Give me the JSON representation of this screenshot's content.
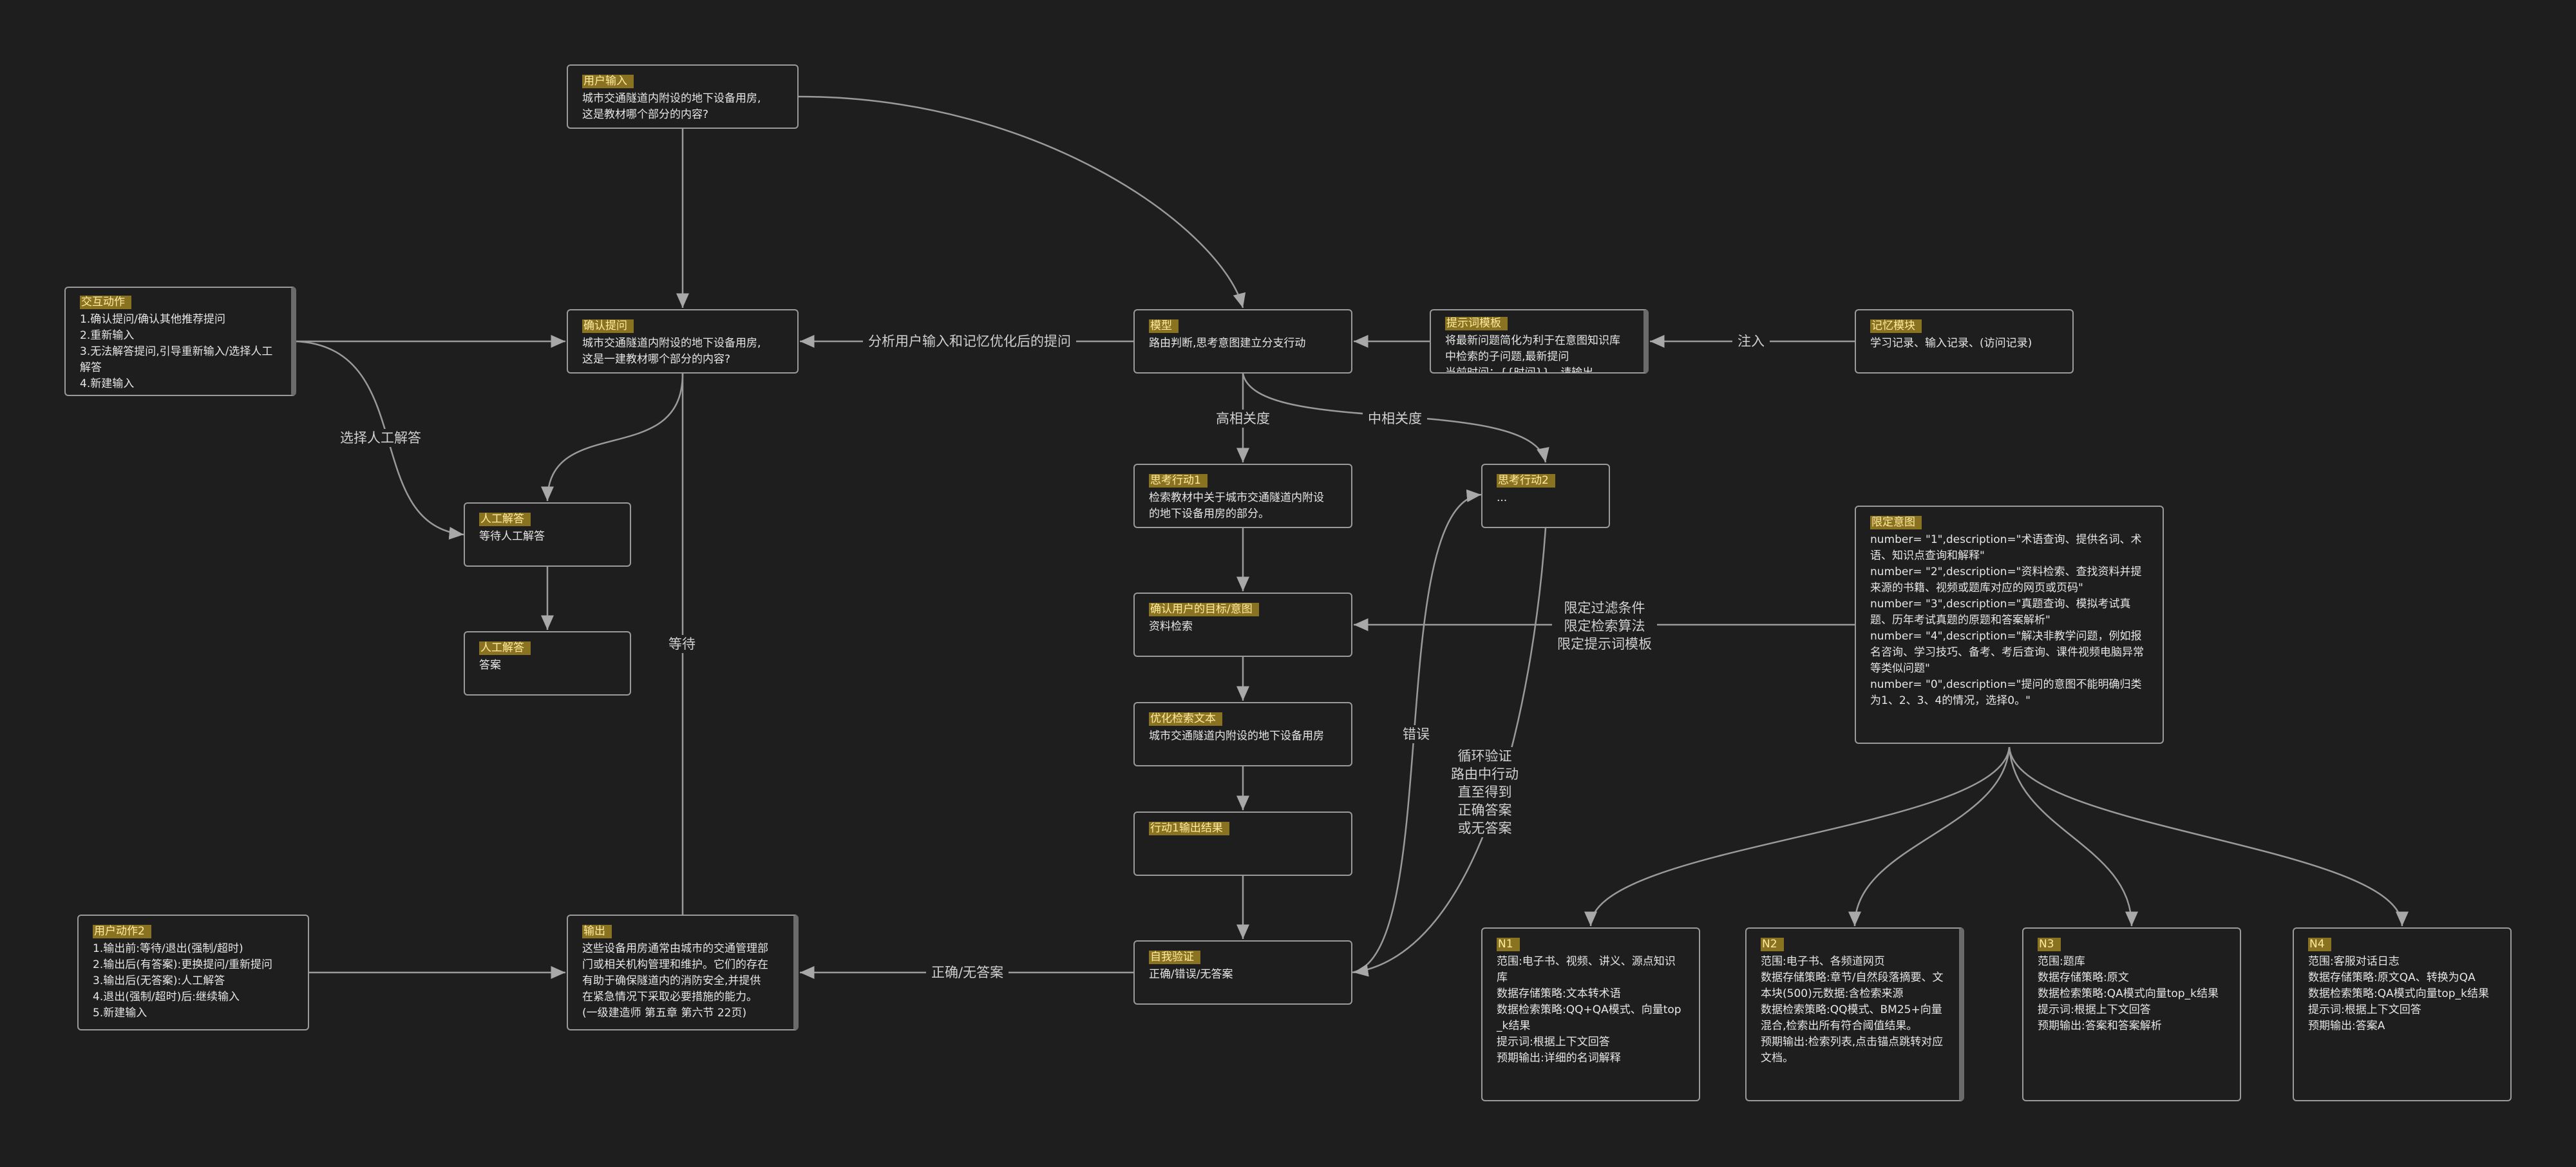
{
  "nodes": {
    "user_input": {
      "tag": "用户输入",
      "lines": [
        "城市交通隧道内附设的地下设备用房,",
        "这是教材哪个部分的内容?"
      ]
    },
    "confirm_q": {
      "tag": "确认提问",
      "lines": [
        "城市交通隧道内附设的地下设备用房,",
        "这是一建教材哪个部分的内容?"
      ]
    },
    "interact": {
      "tag": "交互动作",
      "lines": [
        "1.确认提问/确认其他推荐提问",
        "2.重新输入",
        "3.无法解答提问,引导重新输入/选择人工解答",
        "4.新建输入"
      ]
    },
    "manual1": {
      "tag": "人工解答",
      "lines": [
        "等待人工解答"
      ]
    },
    "manual2": {
      "tag": "人工解答",
      "lines": [
        "答案"
      ]
    },
    "model": {
      "tag": "模型",
      "lines": [
        "路由判断,思考意图建立分支行动"
      ]
    },
    "prompt_tpl": {
      "tag": "提示词模板",
      "lines": [
        "将最新问题简化为利于在意图知识库",
        "中检索的子问题,最新提问",
        "当前时间：{{时间}}，请输出..."
      ]
    },
    "memory": {
      "tag": "记忆模块",
      "lines": [
        "学习记录、输入记录、(访问记录)"
      ]
    },
    "think1": {
      "tag": "思考行动1",
      "lines": [
        "检索教材中关于城市交通隧道内附设",
        "的地下设备用房的部分。"
      ]
    },
    "think2": {
      "tag": "思考行动2",
      "lines": [
        "..."
      ]
    },
    "confirm_goal": {
      "tag": "确认用户的目标/意图",
      "lines": [
        "资料检索"
      ]
    },
    "optimize": {
      "tag": "优化检索文本",
      "lines": [
        "城市交通隧道内附设的地下设备用房"
      ]
    },
    "action_out": {
      "tag": "行动1输出结果",
      "lines": []
    },
    "self_verify": {
      "tag": "自我验证",
      "lines": [
        "正确/错误/无答案"
      ]
    },
    "output": {
      "tag": "输出",
      "lines": [
        "这些设备用房通常由城市的交通管理部",
        "门或相关机构管理和维护。它们的存在",
        "有助于确保隧道内的消防安全,并提供",
        "在紧急情况下采取必要措施的能力。",
        "(一级建造师 第五章 第六节 22页)"
      ]
    },
    "user_action2": {
      "tag": "用户动作2",
      "lines": [
        "1.输出前:等待/退出(强制/超时)",
        "2.输出后(有答案):更换提问/重新提问",
        "3.输出后(无答案):人工解答",
        "4.退出(强制/超时)后:继续输入",
        "5.新建输入"
      ]
    },
    "intent": {
      "tag": "限定意图",
      "lines": [
        "number= \"1\",description=\"术语查询、提供名词、术语、知识点查询和解释\"",
        "number= \"2\",description=\"资料检索、查找资料并提来源的书籍、视频或题库对应的网页或页码\"",
        "number= \"3\",description=\"真题查询、模拟考试真题、历年考试真题的原题和答案解析\"",
        "number= \"4\",description=\"解决非教学问题，例如报名咨询、学习技巧、备考、考后查询、课件视频电脑异常等类似问题\"",
        "number= \"0\",description=\"提问的意图不能明确归类为1、2、3、4的情况，选择0。\""
      ]
    },
    "n1": {
      "tag": "N1",
      "lines": [
        "范围:电子书、视频、讲义、源点知识库",
        "数据存储策略:文本转术语",
        "数据检索策略:QQ+QA模式、向量top_k结果",
        "提示词:根据上下文回答",
        "预期输出:详细的名词解释"
      ]
    },
    "n2": {
      "tag": "N2",
      "lines": [
        "范围:电子书、各频道网页",
        "数据存储策略:章节/自然段落摘要、文本块(500)元数据:含检索来源",
        "数据检索策略:QQ模式、BM25+向量混合,检索出所有符合阈值结果。",
        "预期输出:检索列表,点击锚点跳转对应文档。"
      ]
    },
    "n3": {
      "tag": "N3",
      "lines": [
        "范围:题库",
        "数据存储策略:原文",
        "数据检索策略:QA模式向量top_k结果",
        "提示词:根据上下文回答",
        "预期输出:答案和答案解析"
      ]
    },
    "n4": {
      "tag": "N4",
      "lines": [
        "范围:客服对话日志",
        "数据存储策略:原文QA、转换为QA",
        "数据检索策略:QA模式向量top_k结果",
        "提示词:根据上下文回答",
        "预期输出:答案A"
      ]
    }
  },
  "edge_labels": {
    "analyze": "分析用户输入和记忆优化后的提问",
    "inject": "注入",
    "choose_manual": "选择人工解答",
    "wait": "等待",
    "high_rel": "高相关度",
    "mid_rel": "中相关度",
    "limits": [
      "限定过滤条件",
      "限定检索算法",
      "限定提示词模板"
    ],
    "error": "错误",
    "loop": [
      "循环验证",
      "路由中行动",
      "直至得到",
      "正确答案",
      "或无答案"
    ],
    "correct": "正确/无答案"
  }
}
